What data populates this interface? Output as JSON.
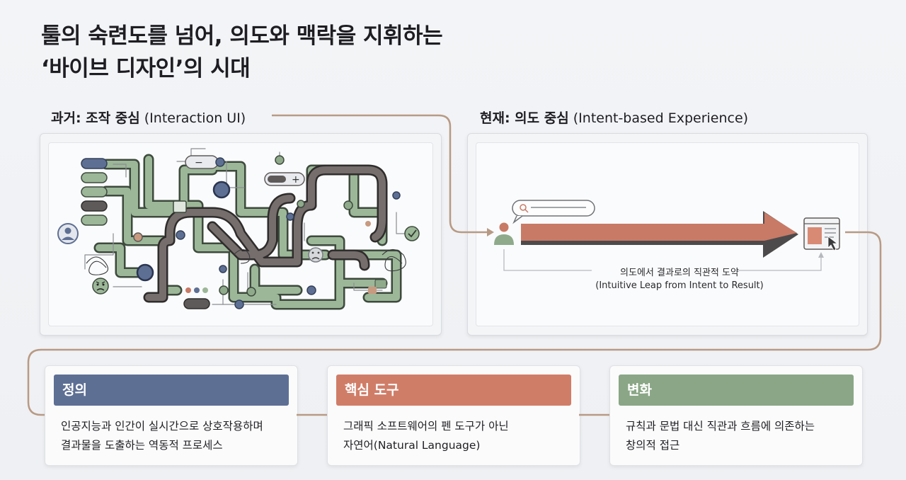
{
  "title": {
    "line1": "툴의 숙련도를 넘어, 의도와 맥락을 지휘하는",
    "line2": "‘바이브 디자인’의 시대"
  },
  "past": {
    "label_bold": "과거: 조작 중심",
    "label_rest": " (Interaction UI)"
  },
  "present": {
    "label_bold": "현재: 의도 중심",
    "label_rest": " (Intent-based Experience)",
    "leap_ko": "의도에서 결과로의 직관적 도약",
    "leap_en": "(Intuitive Leap from Intent to Result)"
  },
  "cards": [
    {
      "title": "정의",
      "color": "#5e6f94",
      "line1": "인공지능과 인간이 실시간으로 상호작용하며",
      "line2": "결과물을 도출하는 역동적 프로세스"
    },
    {
      "title": "핵심 도구",
      "color": "#d07d68",
      "line1": "그래픽 소프트웨어의 펜 도구가 아닌",
      "line2": "자연어(Natural Language)"
    },
    {
      "title": "변화",
      "color": "#8aa686",
      "line1": "규칙과 문법 대신 직관과 흐름에 의존하는",
      "line2": "창의적 접근"
    }
  ],
  "colors": {
    "connector": "#b89a84",
    "arrow": "#c87a66",
    "arrow_dark": "#4d4a4c",
    "pipe_green": "#8faa8b",
    "pipe_brown": "#5f5a5a",
    "node_blue": "#5e6f94"
  },
  "icons": [
    "user-icon",
    "search-icon",
    "cursor-icon",
    "result-window-icon",
    "frown-icon",
    "angry-icon",
    "check-icon",
    "tangle-icon"
  ]
}
